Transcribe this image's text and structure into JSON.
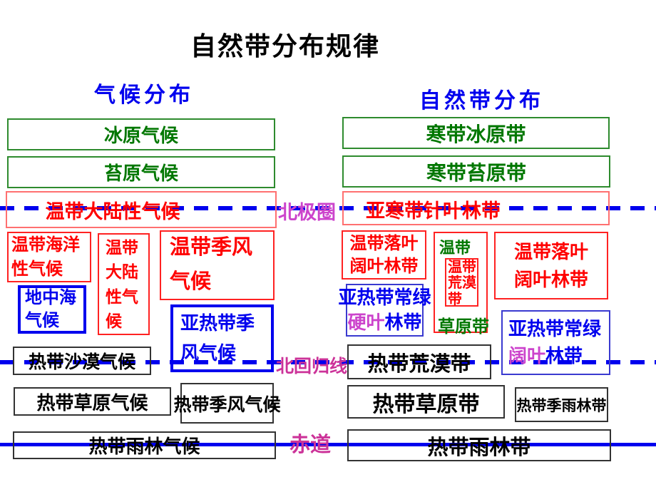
{
  "title": "自然带分布规律",
  "column_headers": {
    "climate": "气候分布",
    "belts": "自然带分布"
  },
  "latitude_lines": {
    "arctic": {
      "label": "北极圈",
      "style": "dashed"
    },
    "tropic_of_cancer": {
      "label": "北回归线",
      "style": "dashed"
    },
    "equator": {
      "label": "赤道",
      "style": "solid"
    }
  },
  "colors": {
    "green_text": "#007700",
    "red_text": "#ff0000",
    "blue_text": "#0000ee",
    "black_text": "#000000",
    "line_blue": "#0000ee",
    "arctic_label": "#cc44cc",
    "tropic_equator_label": "#cc3399",
    "leaf_highlight": "#cc44cc"
  },
  "climate_column": {
    "ice": "冰原气候",
    "tundra": "苔原气候",
    "temperate_continental_wide": "温带大陆性气候",
    "temperate_oceanic": {
      "lines": [
        "温带海洋",
        "性气候"
      ]
    },
    "temperate_continental_tall": {
      "lines": [
        "温带",
        "大陆",
        "性气",
        "候"
      ]
    },
    "temperate_monsoon": {
      "lines": [
        "温带季风",
        "气候"
      ]
    },
    "mediterranean": {
      "lines": [
        "地中海",
        "气候"
      ]
    },
    "subtropical_monsoon": {
      "lines": [
        "亚热带季",
        "风气候"
      ]
    },
    "tropical_desert": "热带沙漠气候",
    "tropical_savanna": "热带草原气候",
    "tropical_monsoon": "热带季风气候",
    "tropical_rainforest": "热带雨林气候"
  },
  "belt_column": {
    "ice": "寒带冰原带",
    "tundra": "寒带苔原带",
    "taiga": "亚寒带针叶林带",
    "temperate_deciduous_west": {
      "lines": [
        "温带落叶",
        "阔叶林带"
      ]
    },
    "temperate_steppe": {
      "top": "温带",
      "bottom": "草原带"
    },
    "temperate_desert_inner": {
      "lines": [
        "温带",
        "荒漠",
        "带"
      ]
    },
    "temperate_deciduous_east": {
      "lines": [
        "温带落叶",
        "阔叶林带"
      ]
    },
    "subtropical_sclerophyll": {
      "line1": "亚热带常绿",
      "leaf": "硬叶",
      "rest": "林带"
    },
    "subtropical_evergreen_broadleaf": {
      "line1": "亚热带常绿",
      "leaf": "阔叶",
      "rest": "林带"
    },
    "tropical_desert": "热带荒漠带",
    "tropical_savanna": "热带草原带",
    "tropical_monsoon_forest": "热带季雨林带",
    "tropical_rainforest": "热带雨林带"
  }
}
